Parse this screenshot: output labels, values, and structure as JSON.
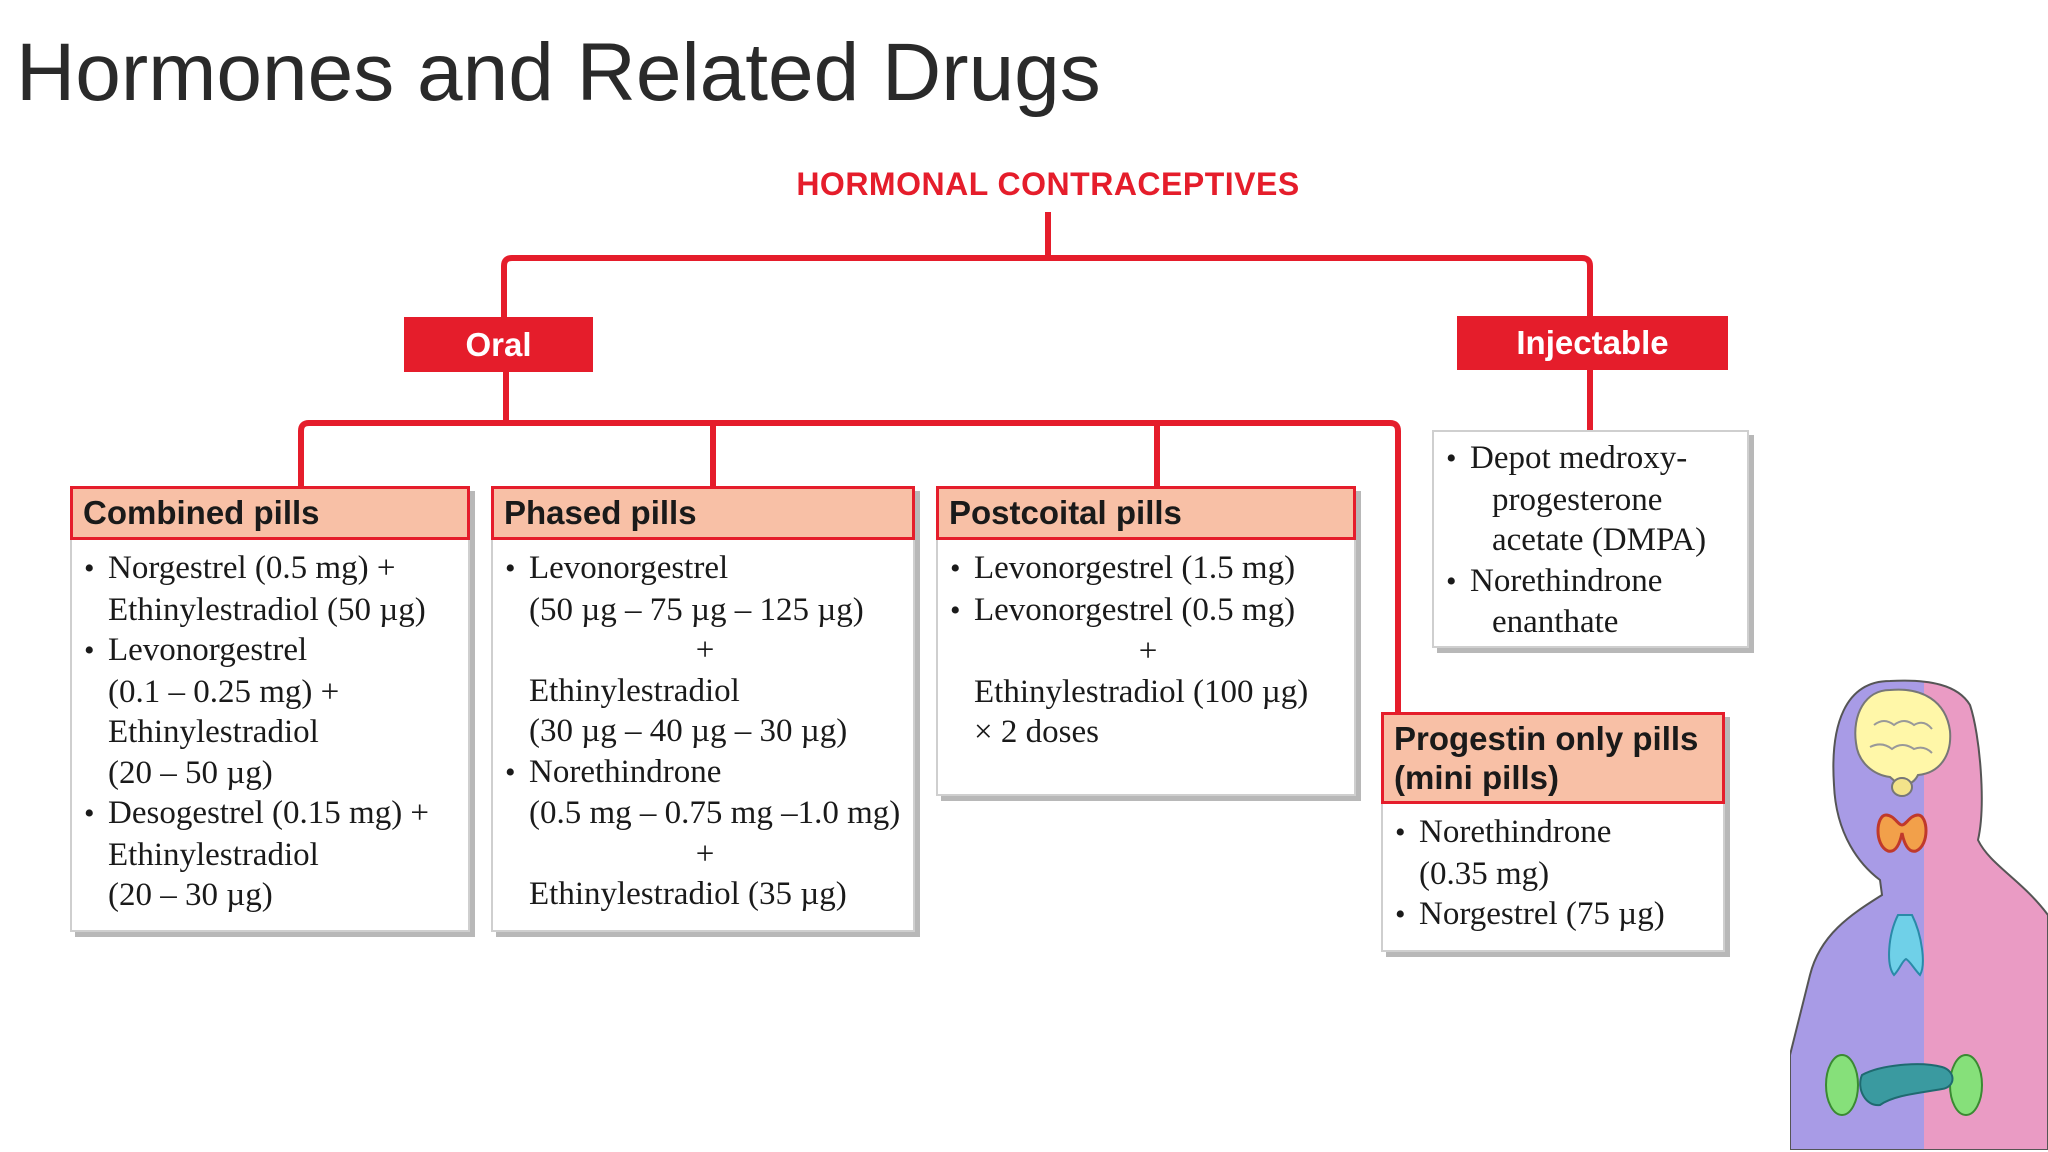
{
  "slide": {
    "title": "Hormones and Related Drugs"
  },
  "diagram": {
    "title": "HORMONAL CONTRACEPTIVES",
    "branches": {
      "oral": "Oral",
      "injectable": "Injectable"
    },
    "combined": {
      "header": "Combined pills",
      "lines": [
        "Norgestrel (0.5 mg) +",
        "Ethinylestradiol (50 µg)",
        "Levonorgestrel",
        "(0.1 – 0.25 mg) +",
        "Ethinylestradiol",
        "(20 – 50 µg)",
        "Desogestrel (0.15 mg) +",
        "Ethinylestradiol",
        "(20 – 30 µg)"
      ]
    },
    "phased": {
      "header": "Phased pills",
      "lines": [
        "Levonorgestrel",
        "(50 µg – 75 µg – 125 µg)",
        "+",
        "Ethinylestradiol",
        "(30 µg – 40 µg – 30 µg)",
        "Norethindrone",
        "(0.5 mg – 0.75 mg –1.0 mg)",
        "+",
        "Ethinylestradiol (35 µg)"
      ]
    },
    "postcoital": {
      "header": "Postcoital pills",
      "lines": [
        "Levonorgestrel (1.5 mg)",
        "Levonorgestrel  (0.5 mg)",
        "+",
        "Ethinylestradiol (100 µg)",
        "× 2 doses"
      ]
    },
    "injectable_box": {
      "lines": [
        "Depot medroxy-",
        "progesterone",
        "acetate (DMPA)",
        "Norethindrone",
        "enanthate"
      ]
    },
    "progestin": {
      "header_line1": "Progestin only pills",
      "header_line2": "(mini pills)",
      "lines": [
        "Norethindrone",
        "(0.35 mg)",
        "Norgestrel (75 µg)"
      ]
    },
    "colors": {
      "accent": "#e51d2b",
      "header_fill": "#f8c0a6"
    }
  },
  "figure": {
    "icon": "human-endocrine-system-icon"
  }
}
